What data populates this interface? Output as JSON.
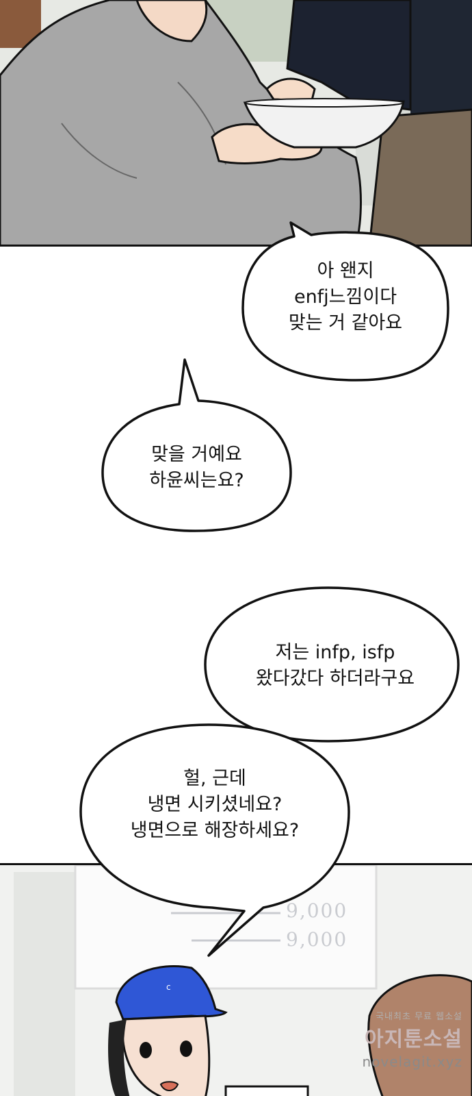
{
  "bubbles": {
    "b1": {
      "lines": [
        "아 왠지",
        "enfj느낌이다",
        "맞는 거 같아요"
      ]
    },
    "b2": {
      "lines": [
        "맞을 거예요",
        "하윤씨는요?"
      ]
    },
    "b3": {
      "lines": [
        "저는 infp, isfp",
        "왔다갔다 하더라구요"
      ]
    },
    "b4": {
      "lines": [
        "헐, 근데",
        "냉면 시키셨네요?",
        "냉면으로 해장하세요?"
      ]
    }
  },
  "menu": {
    "prices": [
      "9,000",
      "9,000"
    ]
  },
  "watermark": {
    "line1": "국내최초 무료 웹소설",
    "line2": "아지툰소설",
    "line3": "novelagit.xyz"
  },
  "colors": {
    "ink": "#111111",
    "hoodie": "#a7a7a7",
    "bowl": "#f2f2f2",
    "cap": "#2f57d6"
  }
}
